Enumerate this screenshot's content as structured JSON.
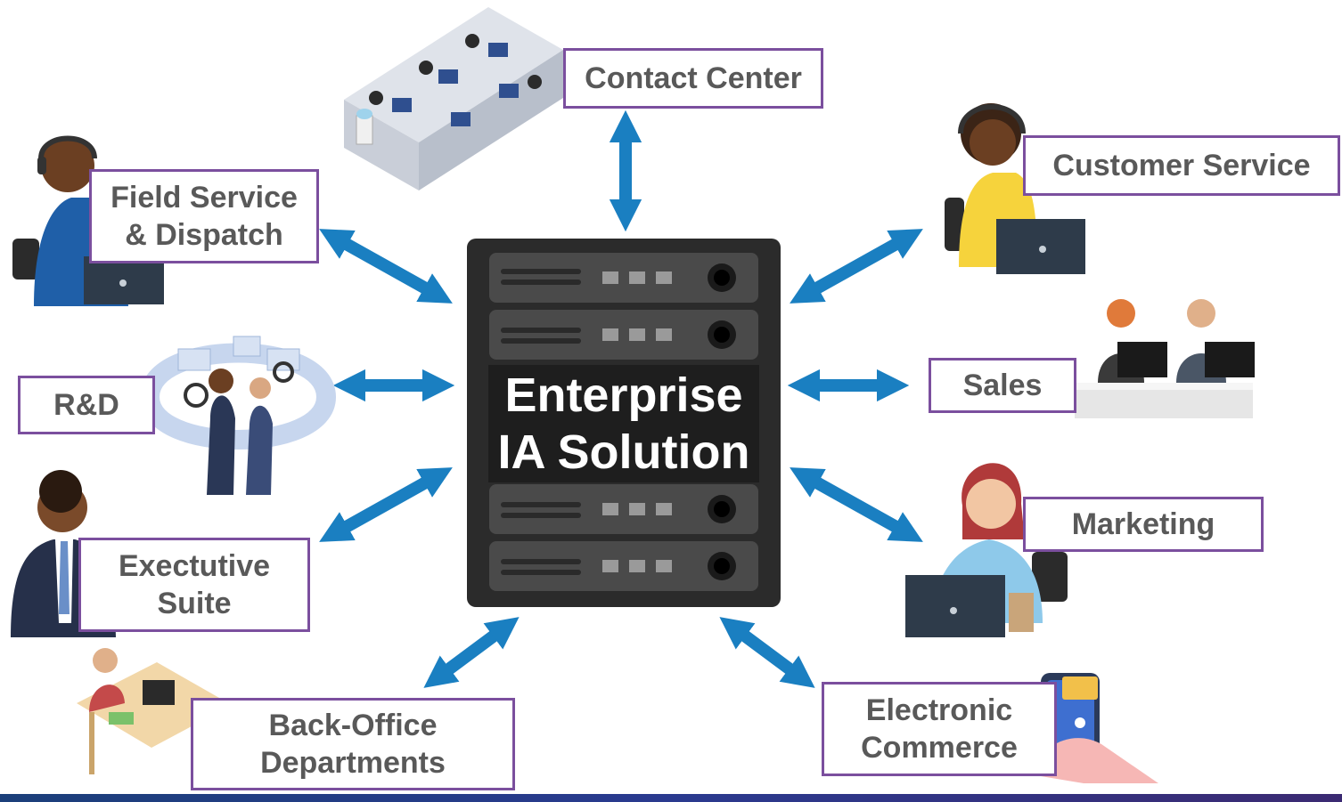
{
  "center": {
    "line1": "Enterprise",
    "line2": "IA Solution"
  },
  "labels": {
    "contact_center": "Contact Center",
    "customer_service": "Customer Service",
    "field_service": "Field Service\n& Dispatch",
    "rnd": "R&D",
    "sales": "Sales",
    "executive_suite": "Exectutive\nSuite",
    "marketing": "Marketing",
    "back_office": "Back-Office\nDepartments",
    "electronic_commerce": "Electronic\nCommerce"
  },
  "colors": {
    "arrow": "#1a7fc1",
    "label_border": "#7b4f9e",
    "label_text": "#595959",
    "server_body": "#3a3a3a"
  },
  "icons": {
    "contact_center": "cubicles-office-icon",
    "customer_service": "headset-agent-icon",
    "field_service": "headset-agent-icon",
    "rnd": "research-team-icon",
    "sales": "sales-desk-icon",
    "executive_suite": "businessman-icon",
    "marketing": "marketer-laptop-icon",
    "back_office": "office-workers-icon",
    "electronic_commerce": "mobile-shopping-icon"
  }
}
